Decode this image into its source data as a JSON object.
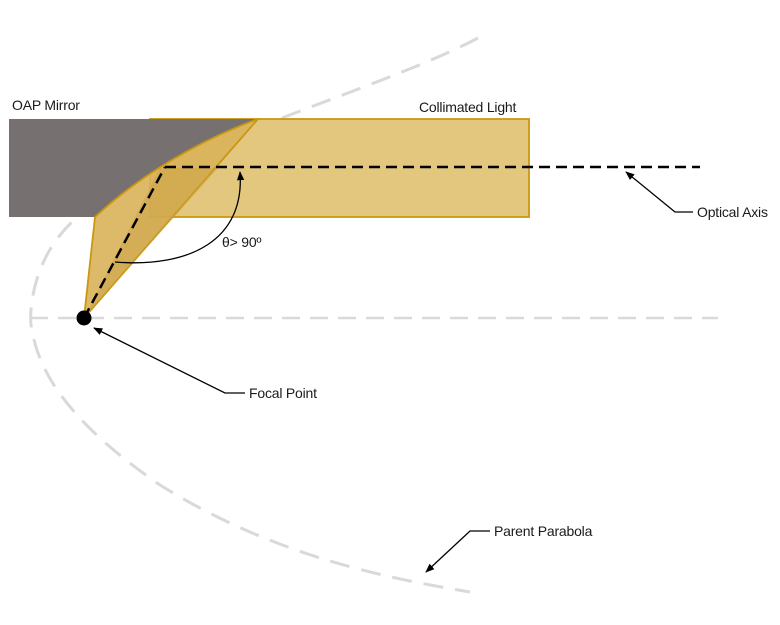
{
  "labels": {
    "oap_mirror": "OAP Mirror",
    "collimated_light": "Collimated Light",
    "optical_axis": "Optical Axis",
    "angle": "θ> 90º",
    "focal_point": "Focal Point",
    "parent_parabola": "Parent Parabola"
  },
  "colors": {
    "mirror": "#767170",
    "light_fill": "#e3c77f",
    "light_fill_dark": "#d9b25a",
    "light_stroke": "#c9980f",
    "parabola_dash": "#d9d9d9",
    "axis_line": "#000000"
  }
}
